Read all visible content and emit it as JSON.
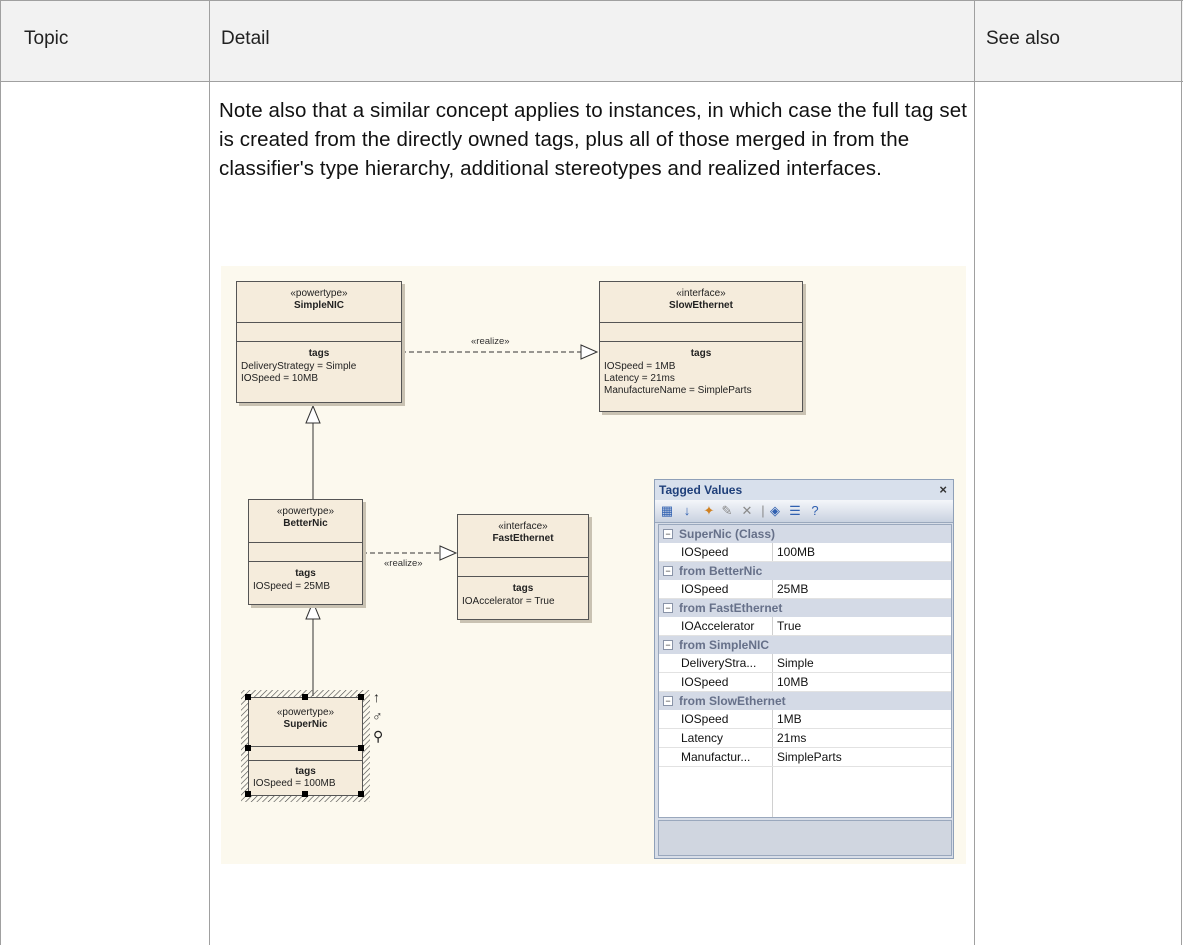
{
  "table": {
    "headers": {
      "topic": "Topic",
      "detail": "Detail",
      "see_also": "See also"
    },
    "paragraph": "Note also that a similar concept applies to instances, in which case the full tag set is created from the directly owned tags, plus all of those merged in from the classifier's type hierarchy, additional stereotypes and realized interfaces."
  },
  "diagram": {
    "classes": {
      "simplenic": {
        "stereotype": "«powertype»",
        "name": "SimpleNIC",
        "tags_label": "tags",
        "values": [
          "DeliveryStrategy = Simple",
          "IOSpeed = 10MB"
        ]
      },
      "slowethernet": {
        "stereotype": "«interface»",
        "name": "SlowEthernet",
        "tags_label": "tags",
        "values": [
          "IOSpeed = 1MB",
          "Latency = 21ms",
          "ManufactureName = SimpleParts"
        ]
      },
      "betternic": {
        "stereotype": "«powertype»",
        "name": "BetterNic",
        "tags_label": "tags",
        "values": [
          "IOSpeed = 25MB"
        ]
      },
      "fastethernet": {
        "stereotype": "«interface»",
        "name": "FastEthernet",
        "tags_label": "tags",
        "values": [
          "IOAccelerator = True"
        ]
      },
      "supernic": {
        "stereotype": "«powertype»",
        "name": "SuperNic",
        "tags_label": "tags",
        "values": [
          "IOSpeed = 100MB"
        ]
      }
    },
    "realize_label_1": "«realize»",
    "realize_label_2": "«realize»"
  },
  "tagged_values": {
    "title": "Tagged Values",
    "close": "×",
    "toolbar_icons": [
      "categorized-icon",
      "sort-az-icon",
      "new-tag-icon",
      "edit-icon",
      "delete-icon",
      "tag-icon",
      "tree-icon",
      "help-icon"
    ],
    "groups": [
      {
        "title": "SuperNic (Class)",
        "rows": [
          {
            "key": "IOSpeed",
            "value": "100MB"
          }
        ]
      },
      {
        "title": "from BetterNic",
        "rows": [
          {
            "key": "IOSpeed",
            "value": "25MB"
          }
        ]
      },
      {
        "title": "from FastEthernet",
        "rows": [
          {
            "key": "IOAccelerator",
            "value": "True"
          }
        ]
      },
      {
        "title": "from SimpleNIC",
        "rows": [
          {
            "key": "DeliveryStra...",
            "value": "Simple"
          },
          {
            "key": "IOSpeed",
            "value": "10MB"
          }
        ]
      },
      {
        "title": "from SlowEthernet",
        "rows": [
          {
            "key": "IOSpeed",
            "value": "1MB"
          },
          {
            "key": "Latency",
            "value": "21ms"
          },
          {
            "key": "Manufactur...",
            "value": "SimpleParts"
          }
        ]
      }
    ]
  }
}
